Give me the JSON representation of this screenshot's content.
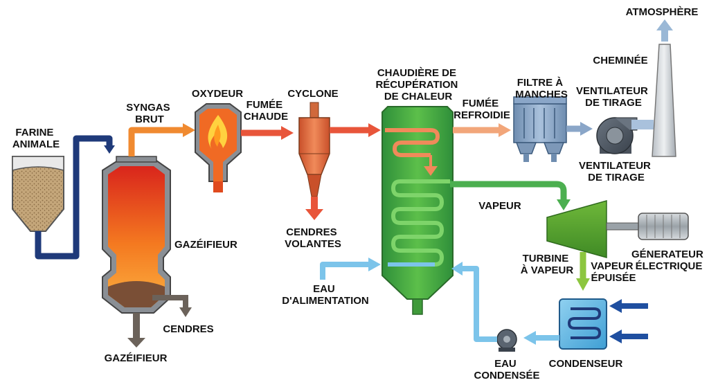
{
  "labels": {
    "farine": [
      "FARINE",
      "ANIMALE"
    ],
    "syngas": [
      "SYNGAS",
      "BRUT"
    ],
    "oxydeur": "OXYDEUR",
    "fumee_chaude": [
      "FUMÉE",
      "CHAUDE"
    ],
    "cyclone": "CYCLONE",
    "chaudiere": [
      "CHAUDIÈRE DE",
      "RÉCUPÉRATION",
      "DE CHALEUR"
    ],
    "fumee_refroidie": [
      "FUMÉE",
      "REFROIDIE"
    ],
    "filtre": [
      "FILTRE À",
      "MANCHES"
    ],
    "cheminee": "CHEMINÉE",
    "atmosphere": "ATMOSPHÈRE",
    "ventilateur_top": [
      "VENTILATEUR",
      "DE TIRAGE"
    ],
    "ventilateur_bottom": [
      "VENTILATEUR",
      "DE TIRAGE"
    ],
    "gazeifieur_side": "GAZÉIFIEUR",
    "gazeifieur_bottom": "GAZÉIFIEUR",
    "cendres": "CENDRES",
    "cendres_volantes": [
      "CENDRES",
      "VOLANTES"
    ],
    "vapeur": "VAPEUR",
    "turbine": [
      "TURBINE",
      "À VAPEUR"
    ],
    "generateur": [
      "GÉNERATEUR",
      "ÉLECTRIQUE"
    ],
    "vapeur_epuisee": [
      "VAPEUR",
      "ÉPUISÉE"
    ],
    "eau_alimentation": [
      "EAU",
      "D'ALIMENTATION"
    ],
    "condenseur": "CONDENSEUR",
    "eau_condensee": [
      "EAU",
      "CONDENSÉE"
    ]
  },
  "colors": {
    "flue_hot": "#e8553a",
    "flue_cool": "#f2a67a",
    "steam": "#8cc63f",
    "water": "#7cc4ea",
    "feed_pipe": "#1f3a7a",
    "ash": "#6b625a",
    "boiler": "#4caf50",
    "metal": "#9aa3ab"
  }
}
